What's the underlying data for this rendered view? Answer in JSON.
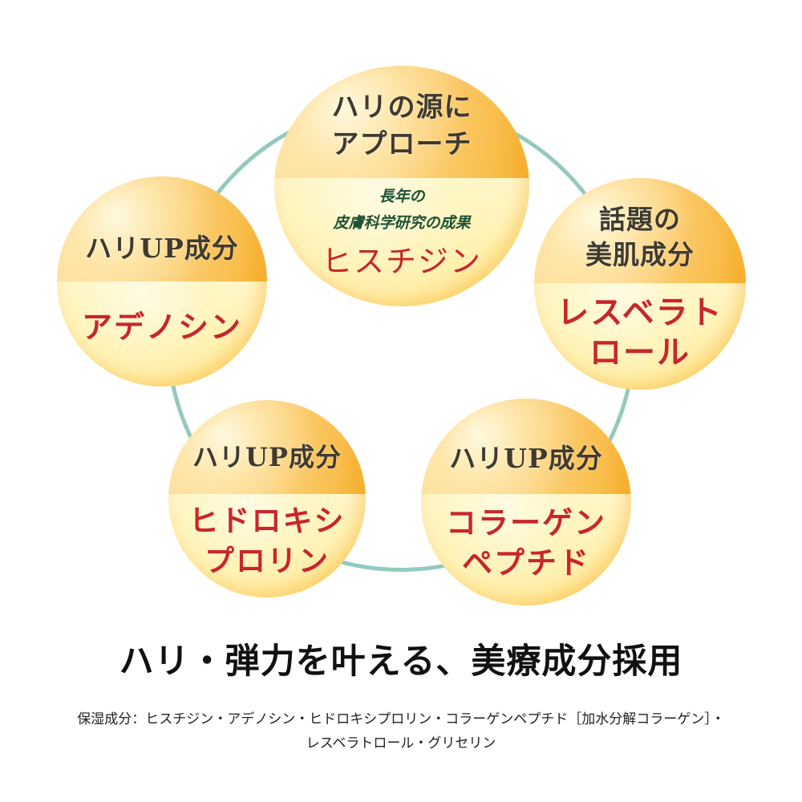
{
  "colors": {
    "ring": "#93cabd",
    "dark_text": "#3f3a30",
    "red_text": "#c8262c",
    "green_text": "#1f5236",
    "bubble_top": "#f9bf4e",
    "bubble_bottom": "#fff1b0"
  },
  "bubbles": {
    "center_top": {
      "header_line1": "ハリの源に",
      "header_line2": "アプローチ",
      "sub_line1": "長年の",
      "sub_line2": "皮膚科学研究の成果",
      "ingredient": "ヒスチジン"
    },
    "left": {
      "header": "ハリUP成分",
      "ingredient": "アデノシン"
    },
    "right": {
      "header_line1": "話題の",
      "header_line2": "美肌成分",
      "ingredient_line1": "レスベラト",
      "ingredient_line2": "ロール"
    },
    "bottom_left": {
      "header": "ハリUP成分",
      "ingredient_line1": "ヒドロキシ",
      "ingredient_line2": "プロリン"
    },
    "bottom_right": {
      "header": "ハリUP成分",
      "ingredient_line1": "コラーゲン",
      "ingredient_line2": "ペプチド"
    }
  },
  "headline": "ハリ・弾力を叶える、美療成分採用",
  "footnote": {
    "line1": "保湿成分：ヒスチジン・アデノシン・ヒドロキシプロリン・コラーゲンペプチド［加水分解コラーゲン］・",
    "line2": "レスベラトロール・グリセリン"
  }
}
